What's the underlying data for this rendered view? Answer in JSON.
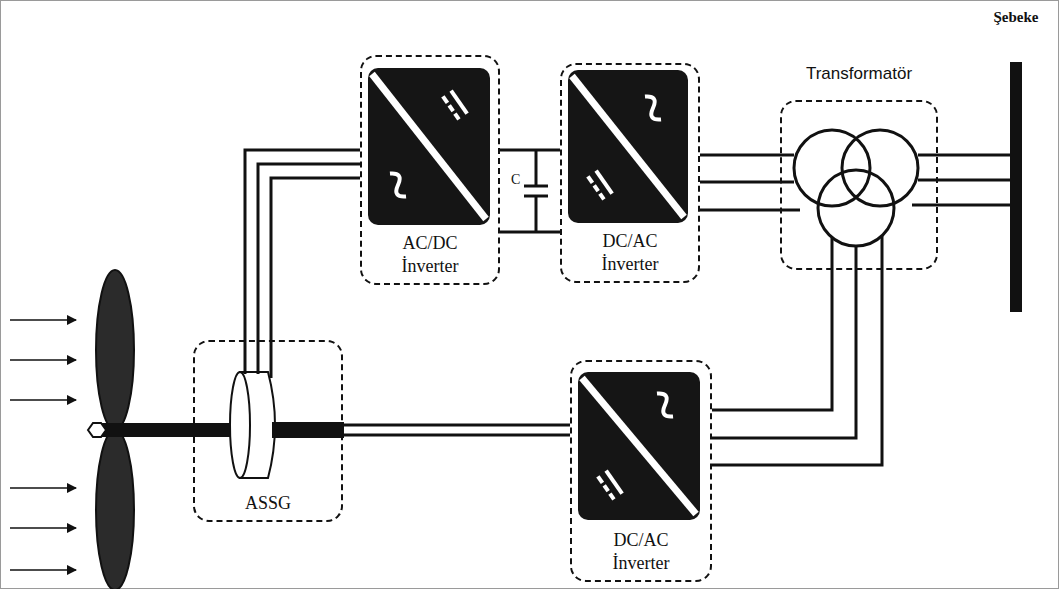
{
  "diagram": {
    "nodes": [
      {
        "text": [
          "ASSG"
        ]
      },
      {
        "text": [
          "AC/DC İnverter"
        ]
      },
      {
        "text": [
          "DC/AC İnverter"
        ]
      },
      {
        "text": [
          "Transformatör"
        ]
      },
      {
        "text": [
          "Şebeke"
        ]
      },
      {
        "text": [
          "DC/AC İnverter"
        ]
      }
    ],
    "edges": [
      {
        "from": 0,
        "to": 1,
        "arrow": "none"
      },
      {
        "from": 1,
        "to": 2,
        "arrow": "none"
      },
      {
        "from": 2,
        "to": 3,
        "arrow": "none"
      },
      {
        "from": 3,
        "to": 4,
        "arrow": "none"
      },
      {
        "from": 0,
        "to": 5,
        "arrow": "none"
      },
      {
        "from": 5,
        "to": 3,
        "arrow": "none"
      }
    ],
    "labels": [
      "C"
    ]
  }
}
